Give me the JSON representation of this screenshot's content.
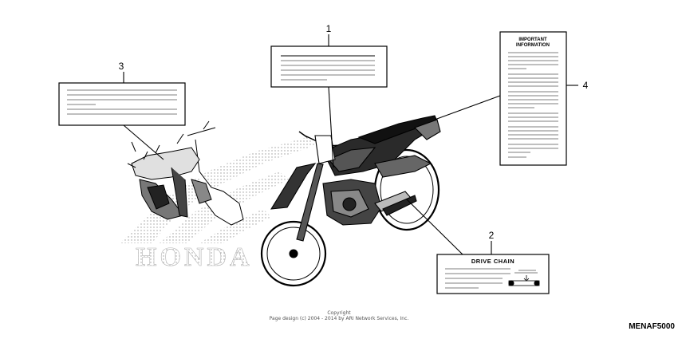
{
  "callouts": {
    "c1": "1",
    "c2": "2",
    "c3": "3",
    "c4": "4"
  },
  "labels": {
    "drive_chain_title": "DRIVE CHAIN",
    "important_line1": "IMPORTANT",
    "important_line2": "INFORMATION"
  },
  "logo_text": "HONDA",
  "footer": {
    "copyright_line1": "Copyright",
    "copyright_line2": "Page design (c) 2004 - 2014 by ARI Network Services, Inc."
  },
  "diagram_code": "MENAF5000"
}
